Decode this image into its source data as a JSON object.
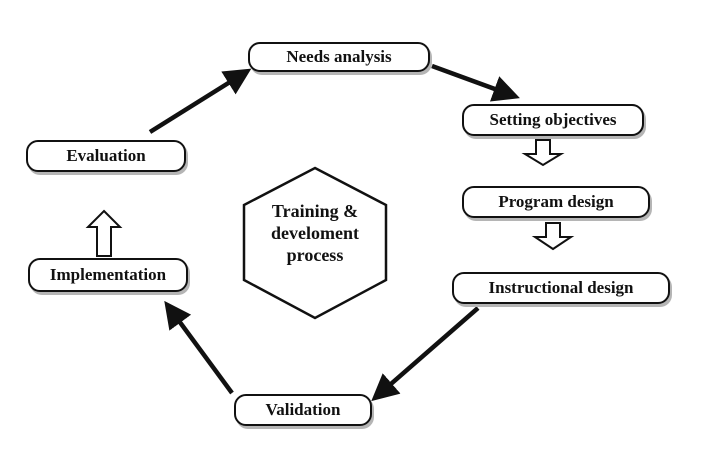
{
  "diagram": {
    "stages": {
      "needs_analysis": "Needs analysis",
      "setting_objectives": "Setting objectives",
      "program_design": "Program design",
      "instructional_design": "Instructional design",
      "validation": "Validation",
      "implementation": "Implementation",
      "evaluation": "Evaluation"
    },
    "center": {
      "line1": "Training &",
      "line2": "develoment",
      "line3": "process"
    }
  }
}
